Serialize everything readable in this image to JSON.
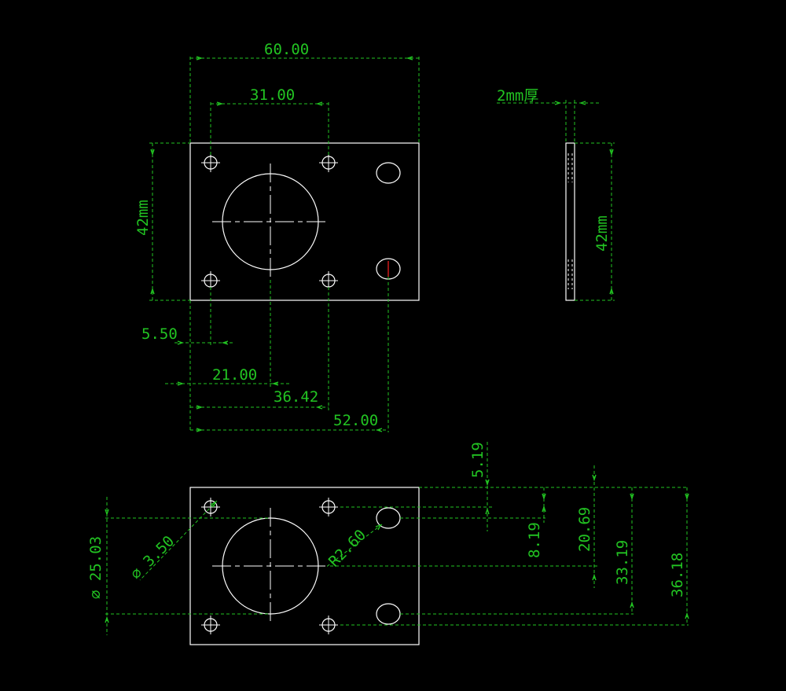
{
  "colors": {
    "background": "#000000",
    "part_outline": "#ffffff",
    "dimension": "#22c322",
    "marker": "#ff2020"
  },
  "views": {
    "top": {
      "width": "60.00",
      "hole_spacing": "31.00",
      "height": "42mm",
      "edge_offset": "5.50",
      "center_x": "21.00",
      "hole_x": "36.42",
      "slot_x": "52.00"
    },
    "side": {
      "thickness": "2mm厚",
      "height": "42mm"
    },
    "bottom": {
      "small_hole_dia": "⌀ 3.50",
      "bore_dia": "⌀ 25.03",
      "slot_radius": "R2.60",
      "dim_5_19": "5.19",
      "dim_8_19": "8.19",
      "dim_20_69": "20.69",
      "dim_33_19": "33.19",
      "dim_36_18": "36.18"
    }
  }
}
